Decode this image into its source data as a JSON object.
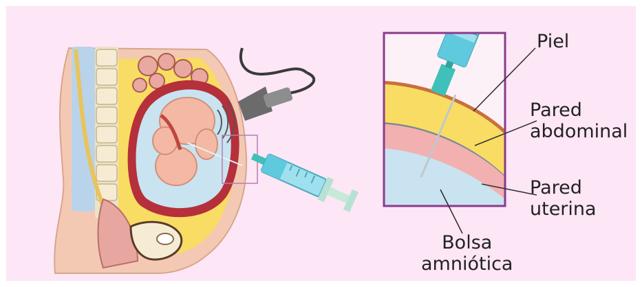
{
  "labels": {
    "skin": "Piel",
    "abdominal_wall": [
      "Pared",
      "abdominal"
    ],
    "uterine_wall": [
      "Pared",
      "uterina"
    ],
    "amniotic_sac": [
      "Bolsa",
      "amniótica"
    ]
  },
  "colors": {
    "background": "#fde6f6",
    "zoom_frame": "#8b3a8b",
    "abdominal_fat": "#f8dc63",
    "skin_line": "#c8703c",
    "uterus": "#f2b0b0",
    "amniotic_fluid": "#c9e3f0",
    "syringe_barrel": "#7fd3e6",
    "needle_hub": "#3fc0b8"
  }
}
